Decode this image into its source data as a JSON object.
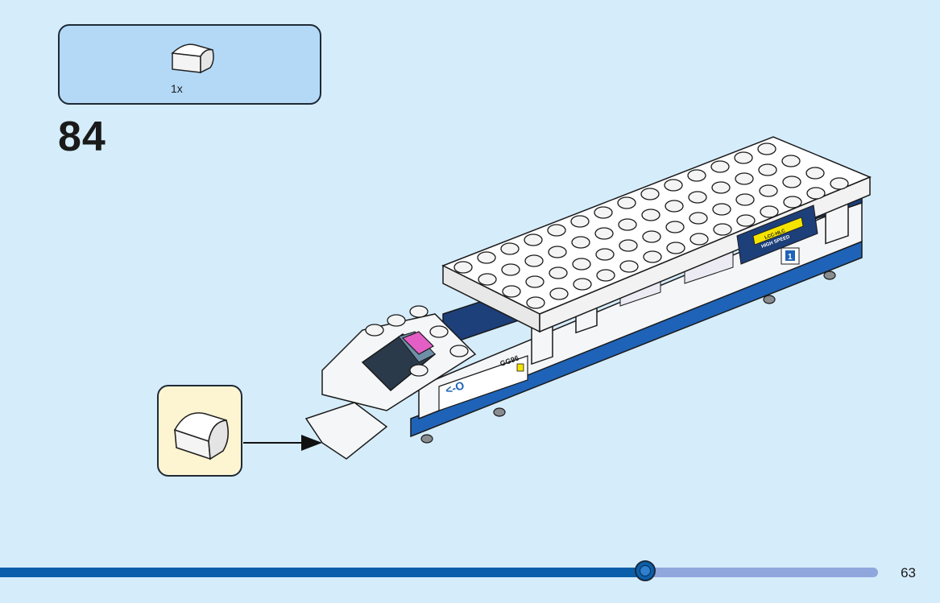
{
  "parts_list": {
    "items": [
      {
        "icon": "curved-slope-brick-icon",
        "quantity": "1x"
      }
    ]
  },
  "step": {
    "number": "84"
  },
  "model": {
    "decals": {
      "logo_text": "<-O",
      "code": "GG96",
      "route": "LCC-HLC",
      "service": "HIGH SPEED",
      "car_number": "1"
    },
    "colors": {
      "white": "#f4f6f8",
      "navy": "#1d3f7a",
      "blue": "#1f63b8",
      "magenta": "#e45fc5",
      "yellow": "#f5e400"
    }
  },
  "footer": {
    "page_number": "63",
    "progress_fraction": 0.735
  }
}
